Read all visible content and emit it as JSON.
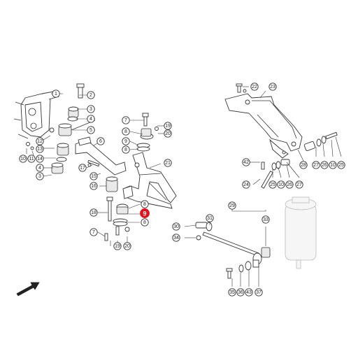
{
  "diagram": {
    "highlight_color": "#e3131b",
    "callouts": [
      {
        "label": "1",
        "highlighted": false
      },
      {
        "label": "2",
        "highlighted": false
      },
      {
        "label": "3",
        "highlighted": false
      },
      {
        "label": "4",
        "highlighted": false
      },
      {
        "label": "5",
        "highlighted": false
      },
      {
        "label": "12",
        "highlighted": false
      },
      {
        "label": "13",
        "highlighted": false
      },
      {
        "label": "14",
        "highlighted": false
      },
      {
        "label": "4",
        "highlighted": false
      },
      {
        "label": "3",
        "highlighted": false
      },
      {
        "label": "10",
        "highlighted": false
      },
      {
        "label": "11",
        "highlighted": false
      },
      {
        "label": "6",
        "highlighted": false
      },
      {
        "label": "17",
        "highlighted": false
      },
      {
        "label": "15",
        "highlighted": false
      },
      {
        "label": "16",
        "highlighted": false
      },
      {
        "label": "7",
        "highlighted": false
      },
      {
        "label": "19",
        "highlighted": false
      },
      {
        "label": "20",
        "highlighted": false
      },
      {
        "label": "8",
        "highlighted": false
      },
      {
        "label": "9",
        "highlighted": false
      },
      {
        "label": "8",
        "highlighted": false
      },
      {
        "label": "21",
        "highlighted": false
      },
      {
        "label": "8",
        "highlighted": false
      },
      {
        "label": "9",
        "highlighted": true
      },
      {
        "label": "8",
        "highlighted": false
      },
      {
        "label": "18",
        "highlighted": false
      },
      {
        "label": "7",
        "highlighted": false
      },
      {
        "label": "19",
        "highlighted": false
      },
      {
        "label": "20",
        "highlighted": false
      },
      {
        "label": "22",
        "highlighted": false
      },
      {
        "label": "23",
        "highlighted": false
      },
      {
        "label": "29",
        "highlighted": false
      },
      {
        "label": "42",
        "highlighted": false
      },
      {
        "label": "28",
        "highlighted": false
      },
      {
        "label": "27",
        "highlighted": false
      },
      {
        "label": "26",
        "highlighted": false
      },
      {
        "label": "10",
        "highlighted": false
      },
      {
        "label": "25",
        "highlighted": false
      },
      {
        "label": "24",
        "highlighted": false
      },
      {
        "label": "25",
        "highlighted": false
      },
      {
        "label": "10",
        "highlighted": false
      },
      {
        "label": "26",
        "highlighted": false
      },
      {
        "label": "27",
        "highlighted": false
      },
      {
        "label": "30",
        "highlighted": false
      },
      {
        "label": "31",
        "highlighted": false
      },
      {
        "label": "33",
        "highlighted": false
      },
      {
        "label": "34",
        "highlighted": false
      },
      {
        "label": "35",
        "highlighted": false
      },
      {
        "label": "36",
        "highlighted": false
      },
      {
        "label": "43",
        "highlighted": false
      },
      {
        "label": "37",
        "highlighted": false
      }
    ]
  }
}
